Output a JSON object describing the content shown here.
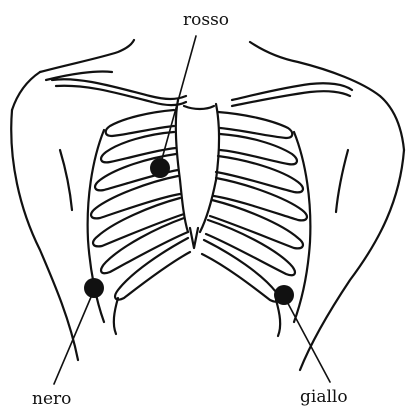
{
  "labels": {
    "electrode_red": "rosso",
    "electrode_black": "nero",
    "electrode_yellow": "giallo"
  },
  "colors": {
    "ink": "#111111",
    "background": "#ffffff"
  }
}
